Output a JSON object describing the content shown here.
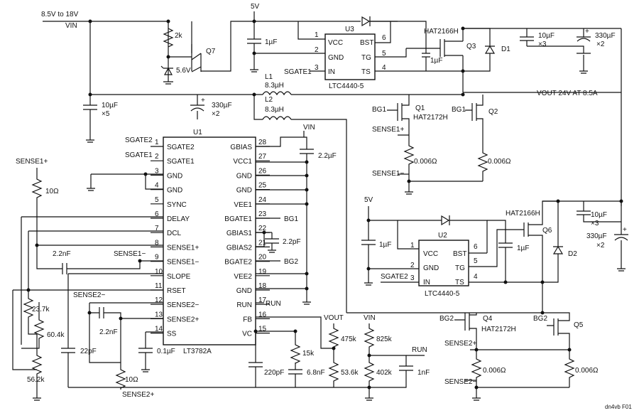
{
  "supply": {
    "vin_range": "8.5V to 18V",
    "vin": "VIN",
    "v5": "5V",
    "vout": "VOUT 24V AT 8.5A",
    "vin2": "VIN",
    "vin3": "VIN",
    "vout_label": "VOUT",
    "v5b": "5V"
  },
  "u1": {
    "name": "U1",
    "part": "LT3782A",
    "left_pins": [
      {
        "num": "1",
        "name": "SGATE2"
      },
      {
        "num": "2",
        "name": "SGATE1"
      },
      {
        "num": "3",
        "name": "GND"
      },
      {
        "num": "4",
        "name": "GND"
      },
      {
        "num": "5",
        "name": "SYNC"
      },
      {
        "num": "6",
        "name": "DELAY"
      },
      {
        "num": "7",
        "name": "DCL"
      },
      {
        "num": "8",
        "name": "SENSE1+"
      },
      {
        "num": "9",
        "name": "SENSE1−"
      },
      {
        "num": "10",
        "name": "SLOPE"
      },
      {
        "num": "11",
        "name": "RSET"
      },
      {
        "num": "12",
        "name": "SENSE2−"
      },
      {
        "num": "13",
        "name": "SENSE2+"
      },
      {
        "num": "14",
        "name": "SS"
      }
    ],
    "right_pins": [
      {
        "num": "28",
        "name": "GBIAS"
      },
      {
        "num": "27",
        "name": "VCC1"
      },
      {
        "num": "26",
        "name": "GND"
      },
      {
        "num": "25",
        "name": "GND"
      },
      {
        "num": "24",
        "name": "VEE1"
      },
      {
        "num": "23",
        "name": "BGATE1"
      },
      {
        "num": "22",
        "name": "GBIAS1"
      },
      {
        "num": "21",
        "name": "GBIAS2"
      },
      {
        "num": "20",
        "name": "BGATE2"
      },
      {
        "num": "19",
        "name": "VEE2"
      },
      {
        "num": "18",
        "name": "GND"
      },
      {
        "num": "17",
        "name": "RUN"
      },
      {
        "num": "16",
        "name": "FB"
      },
      {
        "num": "15",
        "name": "VC"
      }
    ]
  },
  "u3": {
    "name": "U3",
    "part": "LTC4440-5",
    "pins": [
      "VCC",
      "GND",
      "IN",
      "BST",
      "TG",
      "TS"
    ],
    "nums": [
      "1",
      "2",
      "3",
      "6",
      "5",
      "4"
    ]
  },
  "u2": {
    "name": "U2",
    "part": "LTC4440-5",
    "pins": [
      "VCC",
      "GND",
      "IN",
      "BST",
      "TG",
      "TS"
    ],
    "nums": [
      "1",
      "2",
      "3",
      "6",
      "5",
      "4"
    ]
  },
  "parts": {
    "q7": "Q7",
    "r2k": "2k",
    "z56": "5.6V",
    "c1u_a": "1µF",
    "c1u_b": "1µF",
    "c1u_c": "1µF",
    "c1u_d": "1µF",
    "c10u5": "10µF",
    "x5": "×5",
    "c330_a": "330µF",
    "x2_a": "×2",
    "l1": "L1",
    "l1v": "8.3µH",
    "l2": "L2",
    "l2v": "8.3µH",
    "q3": "Q3",
    "q3p": "HAT2166H",
    "d1": "D1",
    "c10u3a": "10µF",
    "x3a": "×3",
    "c330b": "330µF",
    "x2b": "×2",
    "q1": "Q1",
    "q1p": "HAT2172H",
    "q2": "Q2",
    "bg1a": "BG1",
    "bg1b": "BG1",
    "sense1p": "SENSE1+",
    "sense1m": "SENSE1−",
    "r006a": "0.006Ω",
    "r006b": "0.006Ω",
    "sgate1": "SGATE1",
    "q6p": "HAT2166H",
    "q6": "Q6",
    "d2": "D2",
    "c10u3b": "10µF",
    "x3b": "×3",
    "c330c": "330µF",
    "x2c": "×2",
    "sgate2": "SGATE2",
    "q4": "Q4",
    "q4p": "HAT2172H",
    "q5": "Q5",
    "bg2a": "BG2",
    "bg2b": "BG2",
    "sense2p": "SENSE2+",
    "sense2m": "SENSE2−",
    "r006c": "0.006Ω",
    "r006d": "0.006Ω",
    "c22u": "2.2µF",
    "c22p": "2.2pF",
    "bg1n": "BG1",
    "bg2n": "BG2",
    "run": "RUN",
    "r10a": "10Ω",
    "c22n_a": "2.2nF",
    "sense1p_l": "SENSE1+",
    "sense1m_l": "SENSE1−",
    "sense2m_l": "SENSE2−",
    "r237": "23.7k",
    "r604": "60.4k",
    "c22n_b": "2.2nF",
    "c22pF": "22pF",
    "c01u": "0.1µF",
    "r562": "56.2k",
    "r10b": "10Ω",
    "sense2p_l": "SENSE2+",
    "sgate2_l": "SGATE2",
    "sgate1_l": "SGATE1",
    "c220p": "220pF",
    "r15k": "15k",
    "c68n": "6.8nF",
    "r475": "475k",
    "r536": "53.6k",
    "r825": "825k",
    "r402": "402k",
    "c1n": "1nF",
    "run2": "RUN",
    "fig": "dn4vb F01"
  }
}
